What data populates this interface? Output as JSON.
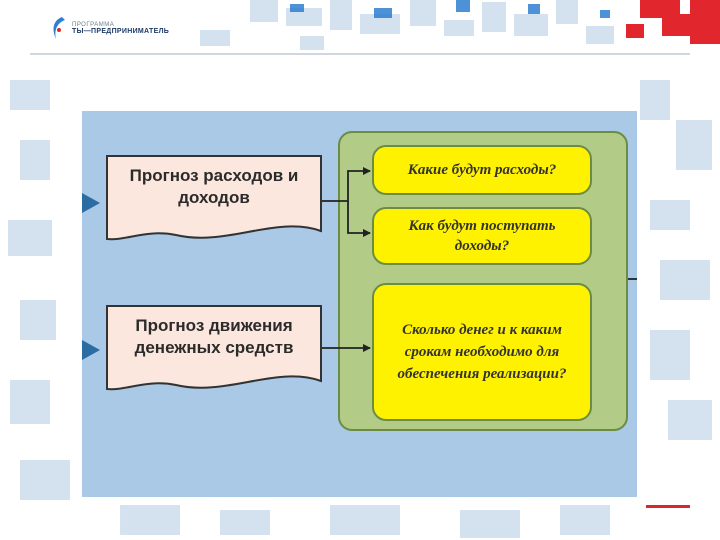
{
  "logo": {
    "line1": "ПРОГРАММА",
    "line2": "ТЫ—ПРЕДПРИНИМАТЕЛЬ"
  },
  "diagram": {
    "doc1": "Прогноз расходов и доходов",
    "doc2": "Прогноз движения денежных средств",
    "q1": "Какие будут расходы?",
    "q2": "Как будут поступать доходы?",
    "q3": "Сколько денег и к каким срокам необходимо для обеспечения реализации?"
  },
  "colors": {
    "panel": "#a9c9e6",
    "group": "#b2cc87",
    "question": "#fff200",
    "document": "#fbe7dd",
    "arrow": "#2b6ca3"
  }
}
